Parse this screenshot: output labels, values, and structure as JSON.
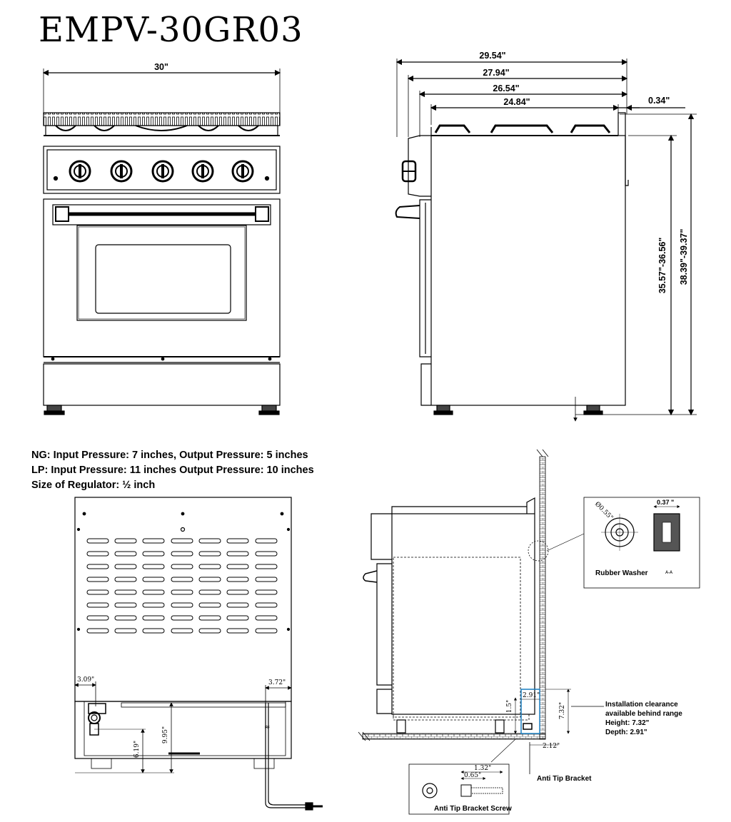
{
  "title": "EMPV-30GR03",
  "front_view": {
    "width": "30\""
  },
  "side_view": {
    "depth_overall": "29.54\"",
    "depth_2": "27.94\"",
    "depth_3": "26.54\"",
    "depth_4": "24.84\"",
    "back_offset": "0.34\"",
    "height_cooktop": "35.57\"-36.56\"",
    "height_overall": "38.39\"-39.37\""
  },
  "notes": {
    "ng": "NG: Input Pressure: 7 inches, Output Pressure: 5 inches",
    "lp": "LP: Input Pressure: 11 inches Output Pressure: 10 inches",
    "regulator": "Size of Regulator: ½ inch"
  },
  "back_view": {
    "dim_left_offset": "3.09\"",
    "dim_right_offset": "3.72\"",
    "dim_inlet_height": "9.95\"",
    "dim_regulator_height": "6.19\""
  },
  "install_view": {
    "washer_dim": "0.37 \"",
    "washer_diameter": "Ø0.55\"",
    "washer_label": "Rubber Washer",
    "section_label": "A-A",
    "clearance_depth_dim": "2.91\"",
    "clearance_height_dim": "7.32\"",
    "bracket_height_dim": "1.5\"",
    "bracket_offset_dim": "2.12\"",
    "clearance_note": [
      "Installation clearance",
      "available behind range",
      "Height: 7.32\"",
      "Depth: 2.91\""
    ],
    "bracket_label": "Anti Tip Bracket",
    "screw_len": "1.32\"",
    "screw_shank": "0.65\"",
    "screw_label": "Anti Tip Bracket Screw"
  }
}
